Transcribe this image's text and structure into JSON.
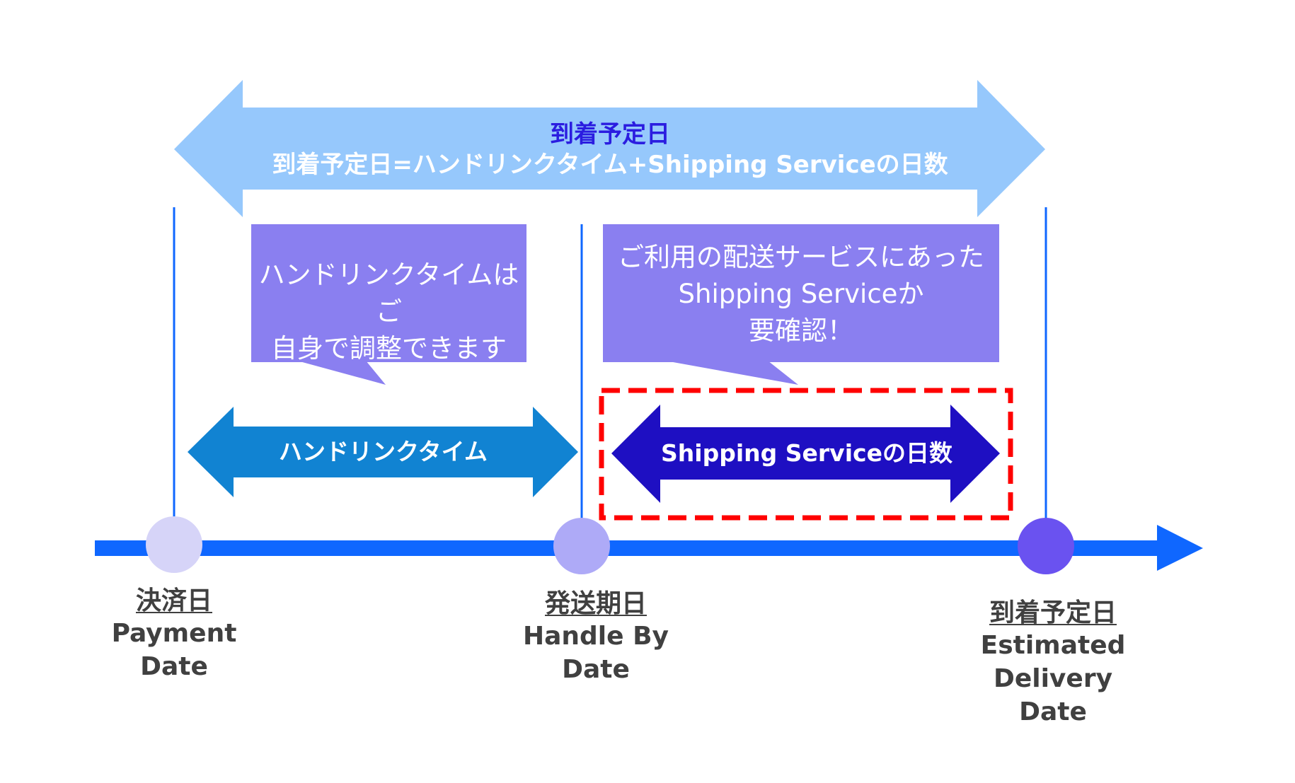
{
  "diagram": {
    "top_arrow": {
      "title": "到着予定日",
      "formula": "到着予定日=ハンドリンクタイム+Shipping Serviceの日数"
    },
    "bubbles": [
      {
        "lines": [
          "ハンドリンクタイムはご",
          "自身で調整できます"
        ]
      },
      {
        "lines": [
          "ご利用の配送サービスにあった",
          "Shipping Serviceか",
          "要確認！"
        ]
      }
    ],
    "span_arrows": [
      {
        "label": "ハンドリンクタイム"
      },
      {
        "label": "Shipping Serviceの日数",
        "highlighted": true
      }
    ],
    "milestones": [
      {
        "jp": "決済日",
        "en_lines": [
          "Payment",
          "Date"
        ]
      },
      {
        "jp": "発送期日",
        "en_lines": [
          "Handle By",
          "Date"
        ]
      },
      {
        "jp": "到着予定日",
        "en_lines": [
          "Estimated",
          "Delivery",
          "Date"
        ]
      }
    ]
  },
  "colors": {
    "top_arrow": "#96c8fc",
    "title_text": "#2b1de0",
    "bubble": "#8a7ff0",
    "handling_arrow": "#1183d2",
    "shipping_arrow": "#1e0fc2",
    "highlight_border": "#ff0000",
    "timeline": "#0f67ff",
    "milestone_dots": [
      "#d6d4f8",
      "#aeaaf7",
      "#6a52f0"
    ],
    "label_text": "#404040"
  }
}
